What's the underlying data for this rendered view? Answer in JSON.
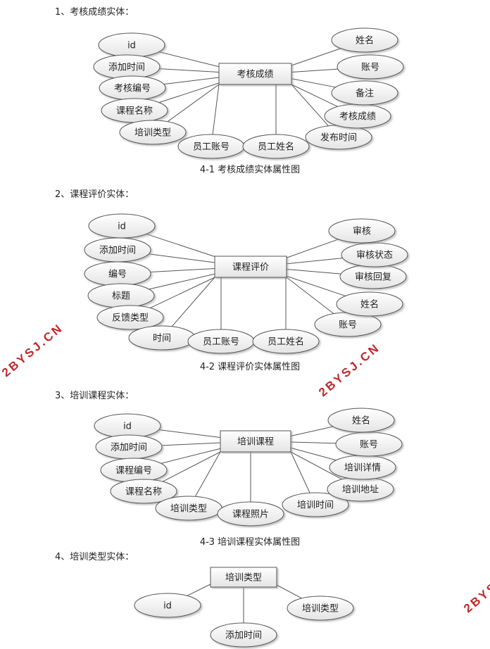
{
  "sections": [
    {
      "heading": "1、考核成绩实体：",
      "entity": "考核成绩",
      "caption": "4-1 考核成绩实体属性图",
      "attributes": [
        "id",
        "添加时间",
        "考核编号",
        "课程名称",
        "培训类型",
        "员工账号",
        "员工姓名",
        "发布时间",
        "考核成绩",
        "备注",
        "账号",
        "姓名"
      ]
    },
    {
      "heading": "2、课程评价实体：",
      "entity": "课程评价",
      "caption": "4-2 课程评价实体属性图",
      "attributes": [
        "id",
        "添加时间",
        "编号",
        "标题",
        "反馈类型",
        "时间",
        "员工账号",
        "员工姓名",
        "账号",
        "姓名",
        "审核回复",
        "审核状态",
        "审核"
      ]
    },
    {
      "heading": "3、培训课程实体：",
      "entity": "培训课程",
      "caption": "4-3 培训课程实体属性图",
      "attributes": [
        "id",
        "添加时间",
        "课程编号",
        "课程名称",
        "培训类型",
        "课程照片",
        "培训时间",
        "培训地址",
        "培训详情",
        "账号",
        "姓名"
      ]
    },
    {
      "heading": "4、培训类型实体：",
      "entity": "培训类型",
      "attributes": [
        "id",
        "添加时间",
        "培训类型"
      ]
    }
  ],
  "watermark": "2BYSJ.CN"
}
